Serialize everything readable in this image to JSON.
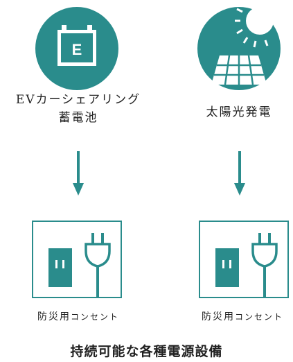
{
  "colors": {
    "accent": "#2a8c8c",
    "text": "#222222"
  },
  "left": {
    "icon": "battery-icon",
    "icon_letter": "E",
    "label_line1": "EVカーシェアリング",
    "label_line2": "蓄電池",
    "outlet_label_big": "防災用",
    "outlet_label_small": "コンセント"
  },
  "right": {
    "icon": "solar-panel-icon",
    "label_line1": "太陽光発電",
    "outlet_label_big": "防災用",
    "outlet_label_small": "コンセント"
  },
  "caption": "持続可能な各種電源設備"
}
